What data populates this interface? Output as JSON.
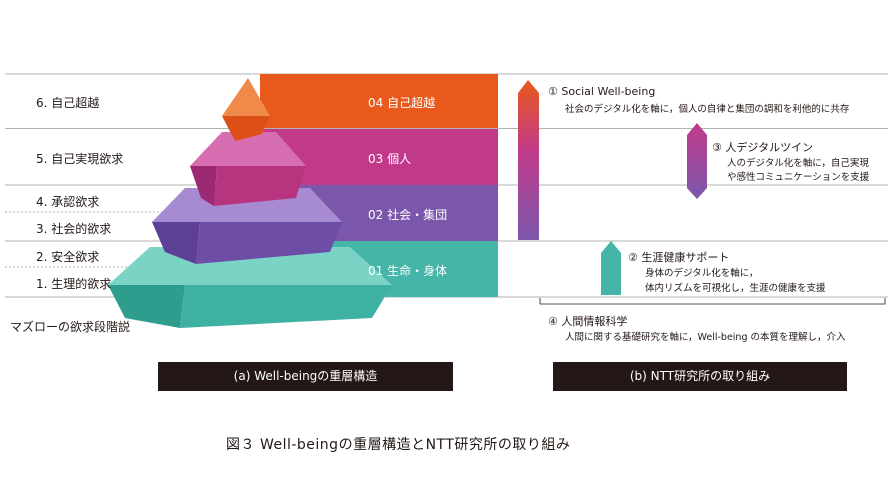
{
  "maslow": {
    "levels": [
      "6. 自己超越",
      "5. 自己実現欲求",
      "4. 承認欲求",
      "3. 社会的欲求",
      "2. 安全欲求",
      "1. 生理的欲求"
    ],
    "title": "マズローの欲求段階説"
  },
  "layers": [
    {
      "label": "04  自己超越",
      "color": "#e9591b"
    },
    {
      "label": "03  個人",
      "color": "#c13a8a"
    },
    {
      "label": "02  社会・集団",
      "color": "#7b57ac"
    },
    {
      "label": "01  生命・身体",
      "color": "#44b5a6"
    }
  ],
  "ntt": [
    {
      "title": "① Social Well-being",
      "body": [
        "社会のデジタル化を軸に，個人の自律と集団の調和を利他的に共存"
      ]
    },
    {
      "title": "③ 人デジタルツイン",
      "body": [
        "人のデジタル化を軸に，自己実現",
        "や感性コミュニケーションを支援"
      ]
    },
    {
      "title": "② 生涯健康サポート",
      "body": [
        "身体のデジタル化を軸に，",
        "体内リズムを可視化し，生涯の健康を支援"
      ]
    },
    {
      "title": "④ 人間情報科学",
      "body": [
        "人間に関する基礎研究を軸に，Well-being の本質を理解し，介入"
      ]
    }
  ],
  "captions": {
    "a": "(a)  Well-beingの重層構造",
    "b": "(b)  NTT研究所の取り組み",
    "figure": "図３    Well-beingの重層構造とNTT研究所の取り組み"
  }
}
